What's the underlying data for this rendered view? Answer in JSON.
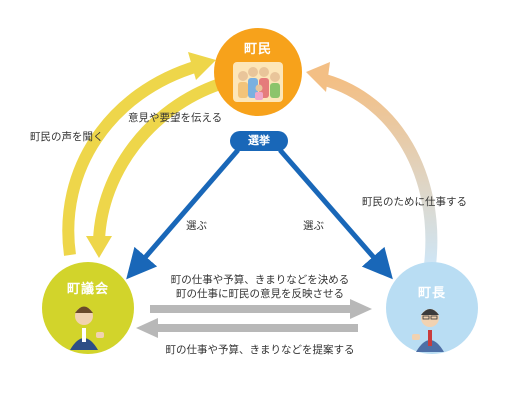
{
  "nodes": {
    "residents": "町民",
    "council": "町議会",
    "mayor": "町長"
  },
  "election": "選挙",
  "labels": {
    "convey_opinions": "意見や要望を伝える",
    "hear_voices": "町民の声を聞く",
    "work_for_residents": "町民のために仕事する",
    "elect_left": "選ぶ",
    "elect_right": "選ぶ",
    "decide_work": "町の仕事や予算、きまりなどを決める",
    "reflect_opinions": "町の仕事に町民の意見を反映させる",
    "propose_work": "町の仕事や予算、きまりなどを提案する"
  },
  "colors": {
    "residents": "#f7a21b",
    "council": "#d2d42b",
    "mayor": "#b9ddf3",
    "election_blue": "#1967b8",
    "yellow_arrow": "#eed64a",
    "peach_arrow": "#f3c18a",
    "gray_arrow": "#b8b8b8"
  },
  "icons": [
    "family-illustration",
    "council-member-illustration",
    "mayor-illustration"
  ]
}
